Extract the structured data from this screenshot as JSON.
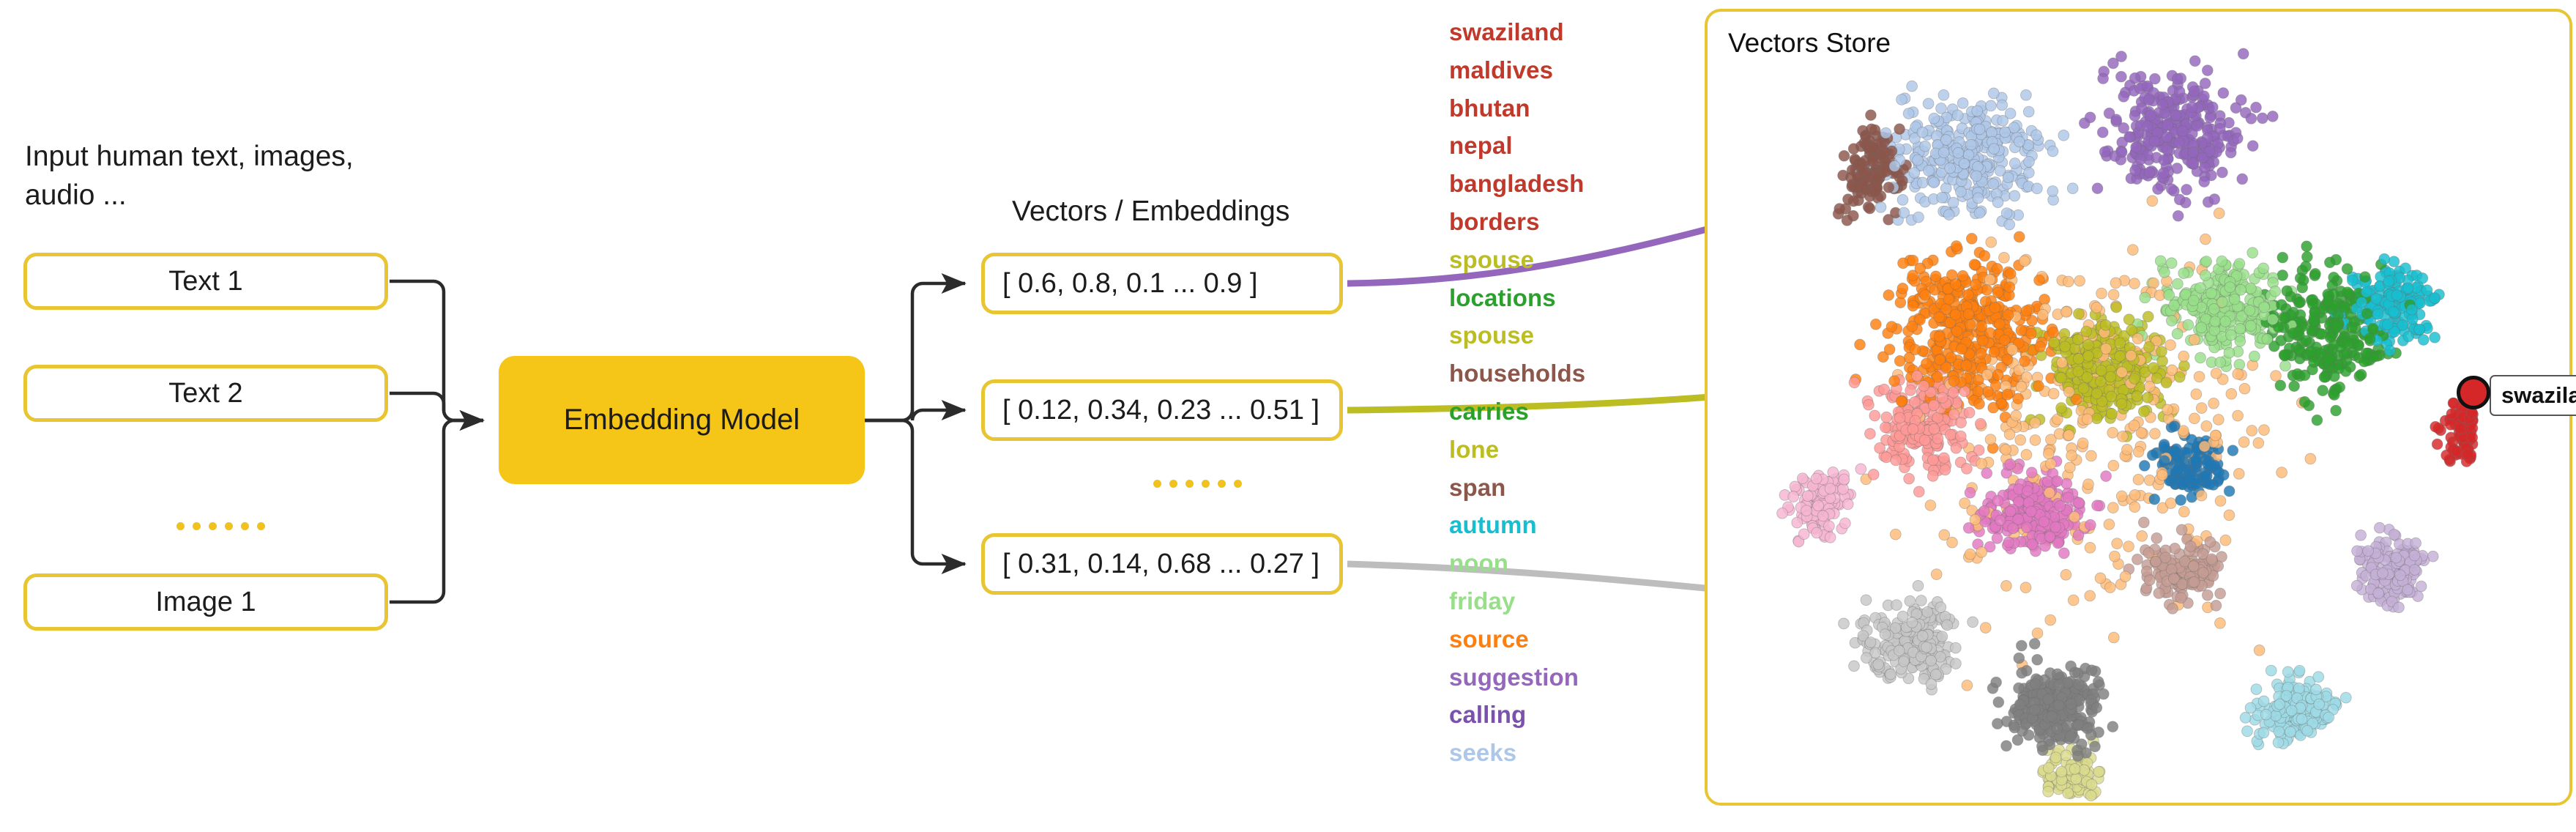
{
  "input": {
    "caption": "Input human text, images,\naudio ...",
    "boxes": [
      {
        "label": "Text 1"
      },
      {
        "label": "Text 2"
      },
      {
        "label": "Image 1"
      }
    ],
    "ellipsis": "......"
  },
  "model": {
    "label": "Embedding Model",
    "color": "#f5c518"
  },
  "vectors": {
    "title": "Vectors / Embeddings",
    "ellipsis": "......",
    "boxes": [
      {
        "label": "[ 0.6, 0.8, 0.1 ... 0.9 ]",
        "connector_color": "#9467bd"
      },
      {
        "label": "[ 0.12, 0.34, 0.23 ... 0.51 ]",
        "connector_color": "#bcbd22"
      },
      {
        "label": "[ 0.31, 0.14, 0.68 ... 0.27 ]",
        "connector_color": "#bdbdbd"
      }
    ]
  },
  "word_list": [
    {
      "text": "swaziland",
      "color": "#c0392b"
    },
    {
      "text": "maldives",
      "color": "#c0392b"
    },
    {
      "text": "bhutan",
      "color": "#c0392b"
    },
    {
      "text": "nepal",
      "color": "#c0392b"
    },
    {
      "text": "bangladesh",
      "color": "#c0392b"
    },
    {
      "text": "borders",
      "color": "#c0392b"
    },
    {
      "text": "spouse",
      "color": "#bcbd22"
    },
    {
      "text": "locations",
      "color": "#2ca02c"
    },
    {
      "text": "spouse",
      "color": "#bcbd22"
    },
    {
      "text": "households",
      "color": "#8c564b"
    },
    {
      "text": "carries",
      "color": "#2ca02c"
    },
    {
      "text": "lone",
      "color": "#bcbd22"
    },
    {
      "text": "span",
      "color": "#8c564b"
    },
    {
      "text": "autumn",
      "color": "#17becf"
    },
    {
      "text": "noon",
      "color": "#98df8a"
    },
    {
      "text": "friday",
      "color": "#98df8a"
    },
    {
      "text": "source",
      "color": "#ff7f0e"
    },
    {
      "text": "suggestion",
      "color": "#9467bd"
    },
    {
      "text": "calling",
      "color": "#7b52ab"
    },
    {
      "text": "seeks",
      "color": "#aec7e8"
    }
  ],
  "vectors_store": {
    "title": "Vectors Store",
    "border_color": "#e8c533",
    "highlight": {
      "label": "swaziland",
      "dot_color": "#d62728"
    }
  },
  "chart_data": {
    "type": "scatter",
    "title": "Vectors Store",
    "xlabel": "",
    "ylabel": "",
    "grid": false,
    "legend": "none",
    "annotations": [
      {
        "text": "swaziland",
        "x": 0.875,
        "y": 0.49,
        "style": "tooltip"
      }
    ],
    "arrows": [
      {
        "name": "purple-embedding-arrow",
        "color": "#9467bd",
        "from": [
          -0.55,
          0.29
        ],
        "to": [
          0.305,
          0.155
        ]
      },
      {
        "name": "olive-embedding-arrow",
        "color": "#bcbd22",
        "from": [
          -0.55,
          0.5
        ],
        "to": [
          0.235,
          0.435
        ]
      },
      {
        "name": "gray-embedding-arrow",
        "color": "#bdbdbd",
        "from": [
          -0.55,
          0.73
        ],
        "to": [
          0.165,
          0.795
        ]
      }
    ],
    "clusters": [
      {
        "name": "orange",
        "color": "#ff7f0e",
        "cx": 0.3,
        "cy": 0.4,
        "rx": 0.115,
        "ry": 0.13,
        "n": 420
      },
      {
        "name": "light-blue",
        "color": "#aec7e8",
        "cx": 0.3,
        "cy": 0.185,
        "rx": 0.12,
        "ry": 0.105,
        "n": 300
      },
      {
        "name": "brown",
        "color": "#8c564b",
        "cx": 0.185,
        "cy": 0.195,
        "rx": 0.055,
        "ry": 0.075,
        "n": 130
      },
      {
        "name": "purple",
        "color": "#9467bd",
        "cx": 0.535,
        "cy": 0.155,
        "rx": 0.11,
        "ry": 0.1,
        "n": 290
      },
      {
        "name": "light-green",
        "color": "#98df8a",
        "cx": 0.595,
        "cy": 0.37,
        "rx": 0.095,
        "ry": 0.085,
        "n": 260
      },
      {
        "name": "olive",
        "color": "#bcbd22",
        "cx": 0.455,
        "cy": 0.45,
        "rx": 0.09,
        "ry": 0.08,
        "n": 290
      },
      {
        "name": "green",
        "color": "#2ca02c",
        "cx": 0.715,
        "cy": 0.4,
        "rx": 0.095,
        "ry": 0.115,
        "n": 240
      },
      {
        "name": "cyan",
        "color": "#17becf",
        "cx": 0.79,
        "cy": 0.37,
        "rx": 0.065,
        "ry": 0.06,
        "n": 170
      },
      {
        "name": "red",
        "color": "#d62728",
        "cx": 0.88,
        "cy": 0.53,
        "rx": 0.045,
        "ry": 0.055,
        "n": 150
      },
      {
        "name": "magenta",
        "color": "#e377c2",
        "cx": 0.375,
        "cy": 0.63,
        "rx": 0.08,
        "ry": 0.07,
        "n": 230
      },
      {
        "name": "pink",
        "color": "#f7b6d2",
        "cx": 0.13,
        "cy": 0.62,
        "rx": 0.045,
        "ry": 0.055,
        "n": 120
      },
      {
        "name": "salmon",
        "color": "#ff9896",
        "cx": 0.245,
        "cy": 0.52,
        "rx": 0.075,
        "ry": 0.08,
        "n": 200
      },
      {
        "name": "light-gray",
        "color": "#c7c7c7",
        "cx": 0.235,
        "cy": 0.79,
        "rx": 0.075,
        "ry": 0.07,
        "n": 210
      },
      {
        "name": "dark-gray",
        "color": "#7f7f7f",
        "cx": 0.4,
        "cy": 0.87,
        "rx": 0.075,
        "ry": 0.07,
        "n": 240
      },
      {
        "name": "sky",
        "color": "#9edae5",
        "cx": 0.68,
        "cy": 0.88,
        "rx": 0.065,
        "ry": 0.06,
        "n": 190
      },
      {
        "name": "lavender",
        "color": "#c5b0d5",
        "cx": 0.79,
        "cy": 0.7,
        "rx": 0.055,
        "ry": 0.06,
        "n": 150
      },
      {
        "name": "blue",
        "color": "#1f77b4",
        "cx": 0.555,
        "cy": 0.57,
        "rx": 0.05,
        "ry": 0.05,
        "n": 120
      },
      {
        "name": "tan",
        "color": "#c49c94",
        "cx": 0.545,
        "cy": 0.7,
        "rx": 0.06,
        "ry": 0.055,
        "n": 140
      },
      {
        "name": "pale-yellow",
        "color": "#dbdb8d",
        "cx": 0.42,
        "cy": 0.96,
        "rx": 0.045,
        "ry": 0.045,
        "n": 110
      },
      {
        "name": "scatter-mix",
        "color": "#ffbb78",
        "cx": 0.45,
        "cy": 0.52,
        "rx": 0.26,
        "ry": 0.3,
        "n": 340
      }
    ]
  }
}
